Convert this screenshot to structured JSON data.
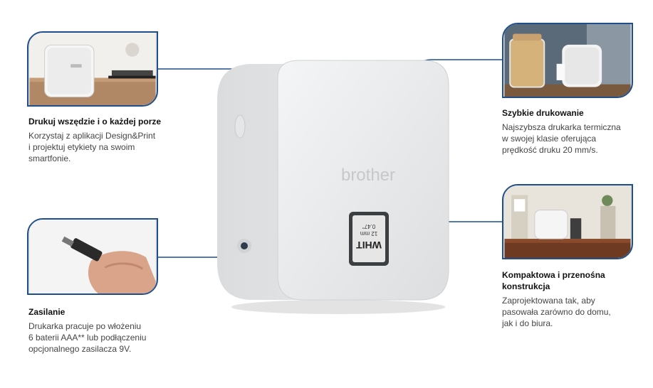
{
  "features": [
    {
      "id": "anywhere",
      "title": "Drukuj wszędzie i o każdej porze",
      "lines": [
        "Korzystaj z aplikacji Design&Print",
        "i projektuj etykiety na swoim",
        "smartfonie."
      ]
    },
    {
      "id": "power",
      "title": "Zasilanie",
      "lines": [
        "Drukarka pracuje po włożeniu",
        "6 baterii AAA** lub podłączeniu",
        "opcjonalnego zasilacza 9V."
      ]
    },
    {
      "id": "fast",
      "title": "Szybkie drukowanie",
      "lines": [
        "Najszybsza drukarka termiczna",
        "w swojej klasie oferująca",
        "prędkość druku 20 mm/s."
      ]
    },
    {
      "id": "compact",
      "title_lines": [
        "Kompaktowa i przenośna",
        "konstrukcja"
      ],
      "lines": [
        "Zaprojektowana tak, aby",
        "pasowała zarówno do domu,",
        "jak i do biura."
      ]
    }
  ],
  "printer": {
    "brand": "brother",
    "tape_text": "WHIT",
    "tape_size": "12 mm",
    "tape_size2": "0.47\""
  },
  "colors": {
    "accent": "#1f4e8c",
    "printer_body": "#e9eaeb"
  }
}
